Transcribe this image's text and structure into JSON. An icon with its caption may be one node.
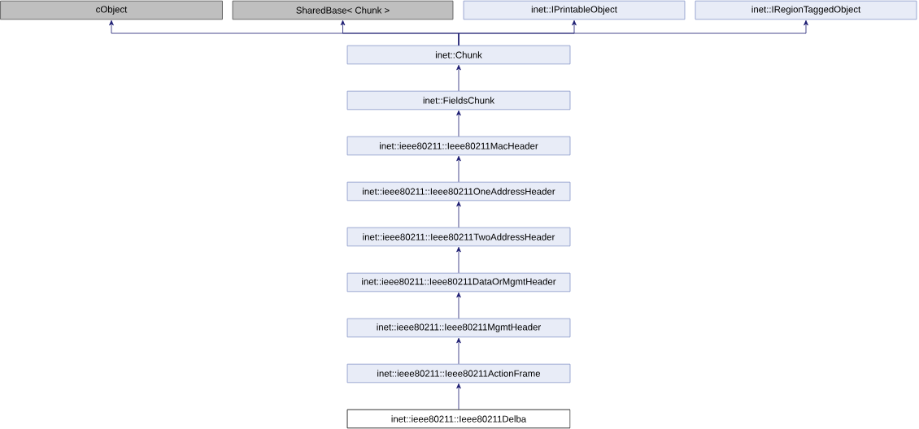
{
  "diagram": {
    "nodes": [
      {
        "text": [
          "cObject"
        ]
      },
      {
        "text": [
          "SharedBase< Chunk >"
        ]
      },
      {
        "text": [
          "inet::IPrintableObject"
        ]
      },
      {
        "text": [
          "inet::IRegionTaggedObject"
        ]
      },
      {
        "text": [
          "inet::Chunk"
        ]
      },
      {
        "text": [
          "inet::FieldsChunk"
        ]
      },
      {
        "text": [
          "inet::ieee80211::Ieee80211MacHeader"
        ]
      },
      {
        "text": [
          "inet::ieee80211::Ieee80211OneAddressHeader"
        ]
      },
      {
        "text": [
          "inet::ieee80211::Ieee80211TwoAddressHeader"
        ]
      },
      {
        "text": [
          "inet::ieee80211::Ieee80211DataOrMgmtHeader"
        ]
      },
      {
        "text": [
          "inet::ieee80211::Ieee80211MgmtHeader"
        ]
      },
      {
        "text": [
          "inet::ieee80211::Ieee80211ActionFrame"
        ]
      },
      {
        "text": [
          "inet::ieee80211::Ieee80211Delba"
        ]
      }
    ],
    "edges": [
      {
        "from": 4,
        "to": 0,
        "arrow": "to"
      },
      {
        "from": 4,
        "to": 1,
        "arrow": "to"
      },
      {
        "from": 4,
        "to": 2,
        "arrow": "to"
      },
      {
        "from": 4,
        "to": 3,
        "arrow": "to"
      },
      {
        "from": 5,
        "to": 4,
        "arrow": "to"
      },
      {
        "from": 6,
        "to": 5,
        "arrow": "to"
      },
      {
        "from": 7,
        "to": 6,
        "arrow": "to"
      },
      {
        "from": 8,
        "to": 7,
        "arrow": "to"
      },
      {
        "from": 9,
        "to": 8,
        "arrow": "to"
      },
      {
        "from": 10,
        "to": 9,
        "arrow": "to"
      },
      {
        "from": 11,
        "to": 10,
        "arrow": "to"
      },
      {
        "from": 12,
        "to": 11,
        "arrow": "to"
      }
    ]
  }
}
